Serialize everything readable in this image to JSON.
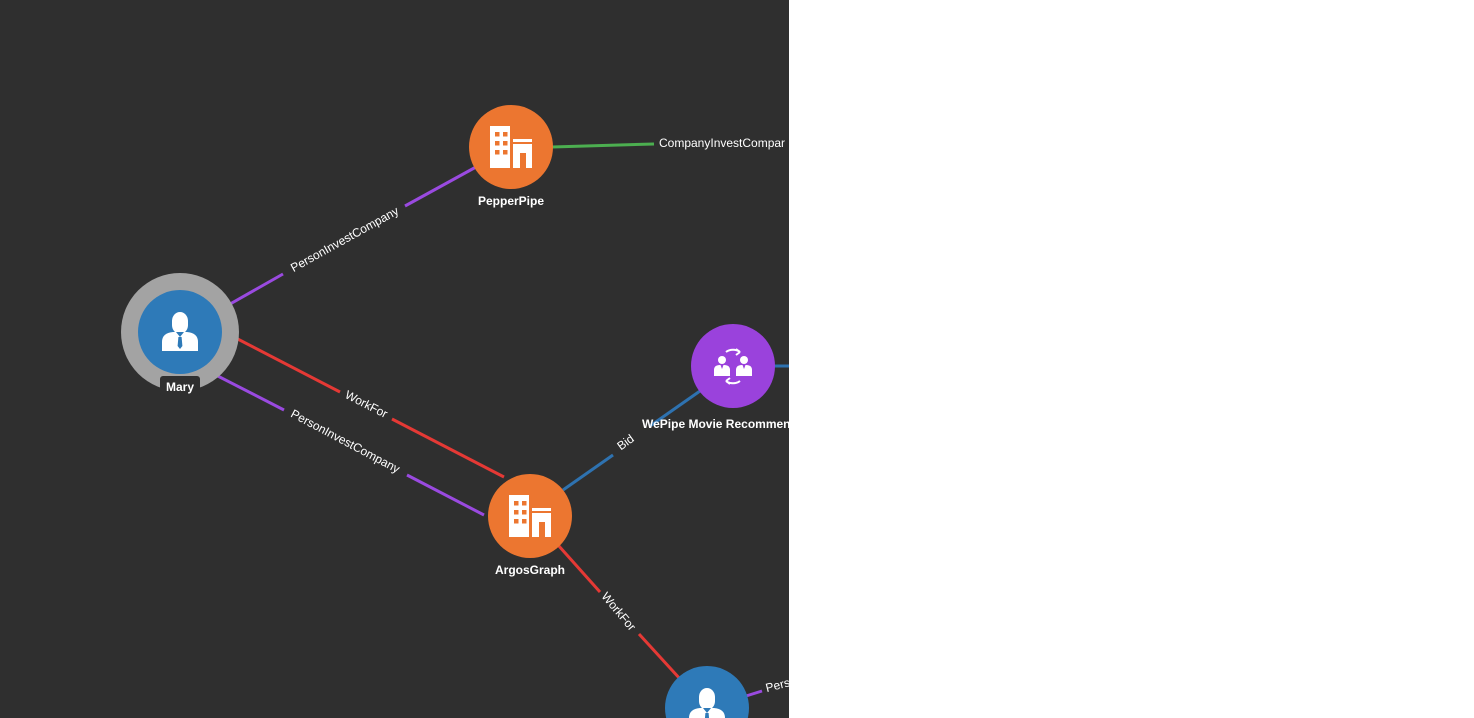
{
  "graph": {
    "colors": {
      "background": "#2f2f2f",
      "person": "#2e7ab8",
      "company": "#ec7630",
      "project": "#9a42dc",
      "selected_ring": "#a3a3a3",
      "edge_invest_person": "#9a4ae0",
      "edge_invest_company": "#4caf50",
      "edge_work": "#e53935",
      "edge_bid": "#2e72b0"
    },
    "nodes": [
      {
        "id": "mary",
        "label": "Mary",
        "type": "person",
        "icon": "person-icon",
        "selected": true
      },
      {
        "id": "pepperpipe",
        "label": "PepperPipe",
        "type": "company",
        "icon": "building-icon"
      },
      {
        "id": "argosgraph",
        "label": "ArgosGraph",
        "type": "company",
        "icon": "building-icon"
      },
      {
        "id": "wepipe",
        "label": "WePipe Movie Recommen",
        "type": "project",
        "icon": "team-exchange-icon"
      },
      {
        "id": "person-bottom",
        "label": "",
        "type": "person",
        "icon": "person-icon"
      }
    ],
    "edges": [
      {
        "id": "e1",
        "from": "mary",
        "to": "pepperpipe",
        "label": "PersonInvestCompany",
        "kind": "invest-person"
      },
      {
        "id": "e2",
        "from": "mary",
        "to": "argosgraph",
        "label": "WorkFor",
        "kind": "work"
      },
      {
        "id": "e3",
        "from": "mary",
        "to": "argosgraph",
        "label": "PersonInvestCompany",
        "kind": "invest-person"
      },
      {
        "id": "e4",
        "from": "pepperpipe",
        "to": "offscreen-right",
        "label": "CompanyInvestCompar",
        "kind": "invest-company"
      },
      {
        "id": "e5",
        "from": "argosgraph",
        "to": "wepipe",
        "label": "Bid",
        "kind": "bid"
      },
      {
        "id": "e6",
        "from": "argosgraph",
        "to": "person-bottom",
        "label": "WorkFor",
        "kind": "work"
      },
      {
        "id": "e7",
        "from": "person-bottom",
        "to": "offscreen-right",
        "label": "Pers",
        "kind": "invest-person"
      },
      {
        "id": "e8",
        "from": "wepipe",
        "to": "offscreen-right",
        "label": "",
        "kind": "bid"
      }
    ]
  }
}
